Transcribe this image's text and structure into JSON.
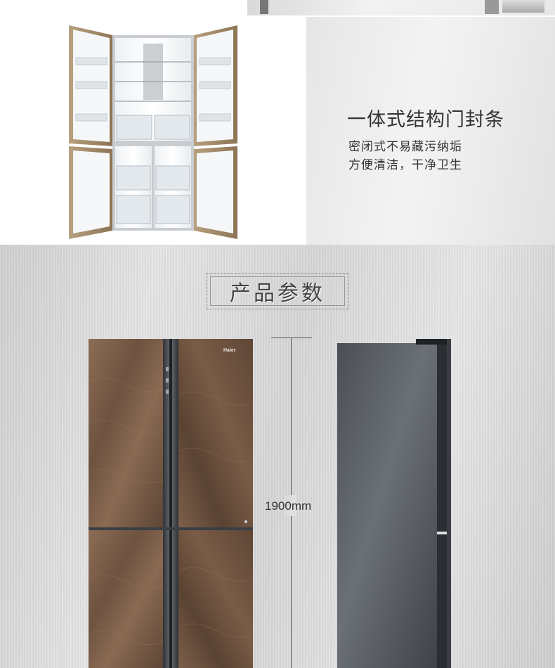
{
  "feature": {
    "title": "一体式结构门封条",
    "line1": "密闭式不易藏污纳垢",
    "line2": "方便清洁，干净卫生"
  },
  "specs": {
    "section_title": "产品参数",
    "height_label": "1900mm",
    "brand_logo": "Haier"
  },
  "colors": {
    "door_brown": "#7a5c44",
    "side_gray": "#555a60",
    "text_dark": "#333333"
  }
}
